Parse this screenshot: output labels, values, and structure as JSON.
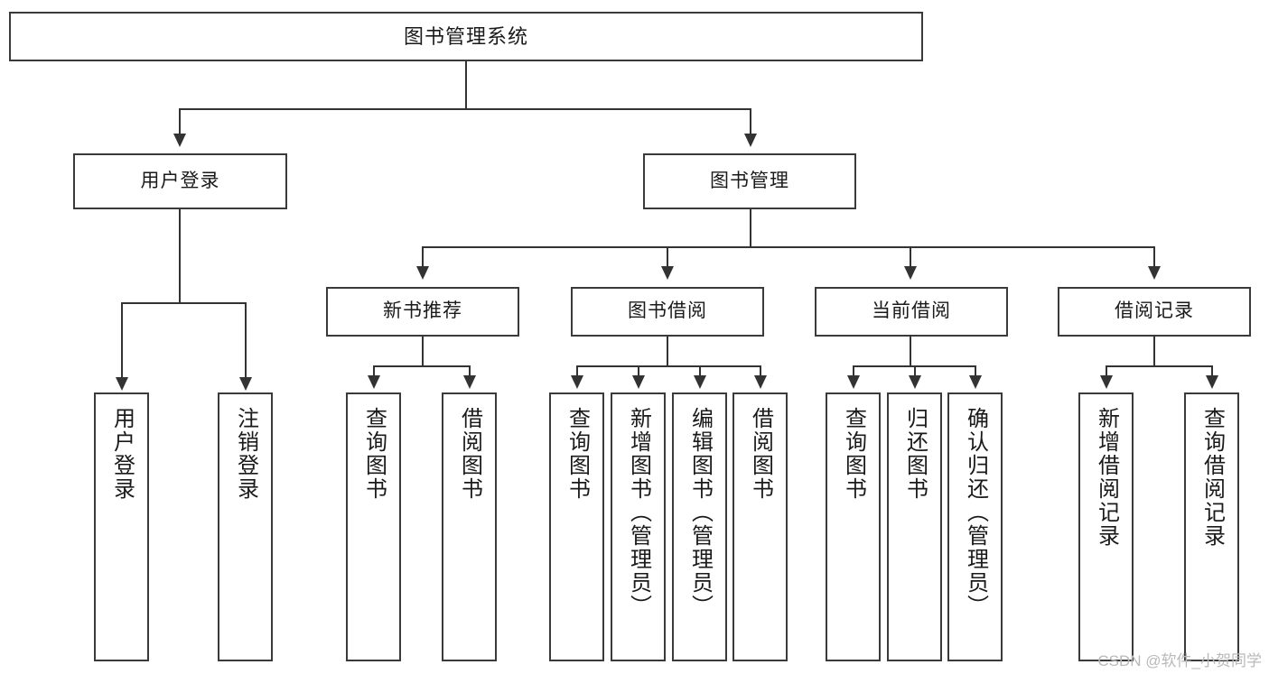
{
  "diagram": {
    "title": "图书管理系统",
    "type": "tree",
    "root": {
      "label": "图书管理系统"
    },
    "level1": [
      {
        "label": "用户登录"
      },
      {
        "label": "图书管理"
      }
    ],
    "level2": [
      {
        "label": "新书推荐"
      },
      {
        "label": "图书借阅"
      },
      {
        "label": "当前借阅"
      },
      {
        "label": "借阅记录"
      }
    ],
    "leaves": {
      "user_login": [
        {
          "label": "用户登录"
        },
        {
          "label": "注销登录"
        }
      ],
      "new_book_recommend": [
        {
          "label": "查询图书"
        },
        {
          "label": "借阅图书"
        }
      ],
      "book_borrow": [
        {
          "label": "查询图书"
        },
        {
          "label": "新增图书（管理员）"
        },
        {
          "label": "编辑图书（管理员）"
        },
        {
          "label": "借阅图书"
        }
      ],
      "current_borrow": [
        {
          "label": "查询图书"
        },
        {
          "label": "归还图书"
        },
        {
          "label": "确认归还（管理员）"
        }
      ],
      "borrow_record": [
        {
          "label": "新增借阅记录"
        },
        {
          "label": "查询借阅记录"
        }
      ]
    }
  },
  "watermark": {
    "text": "CSDN @软件_小贺同学"
  },
  "colors": {
    "box_border": "#3a3a3a",
    "line": "#333333",
    "background": "#ffffff",
    "text": "#1a1a1a",
    "watermark": "#b9b9b9"
  }
}
